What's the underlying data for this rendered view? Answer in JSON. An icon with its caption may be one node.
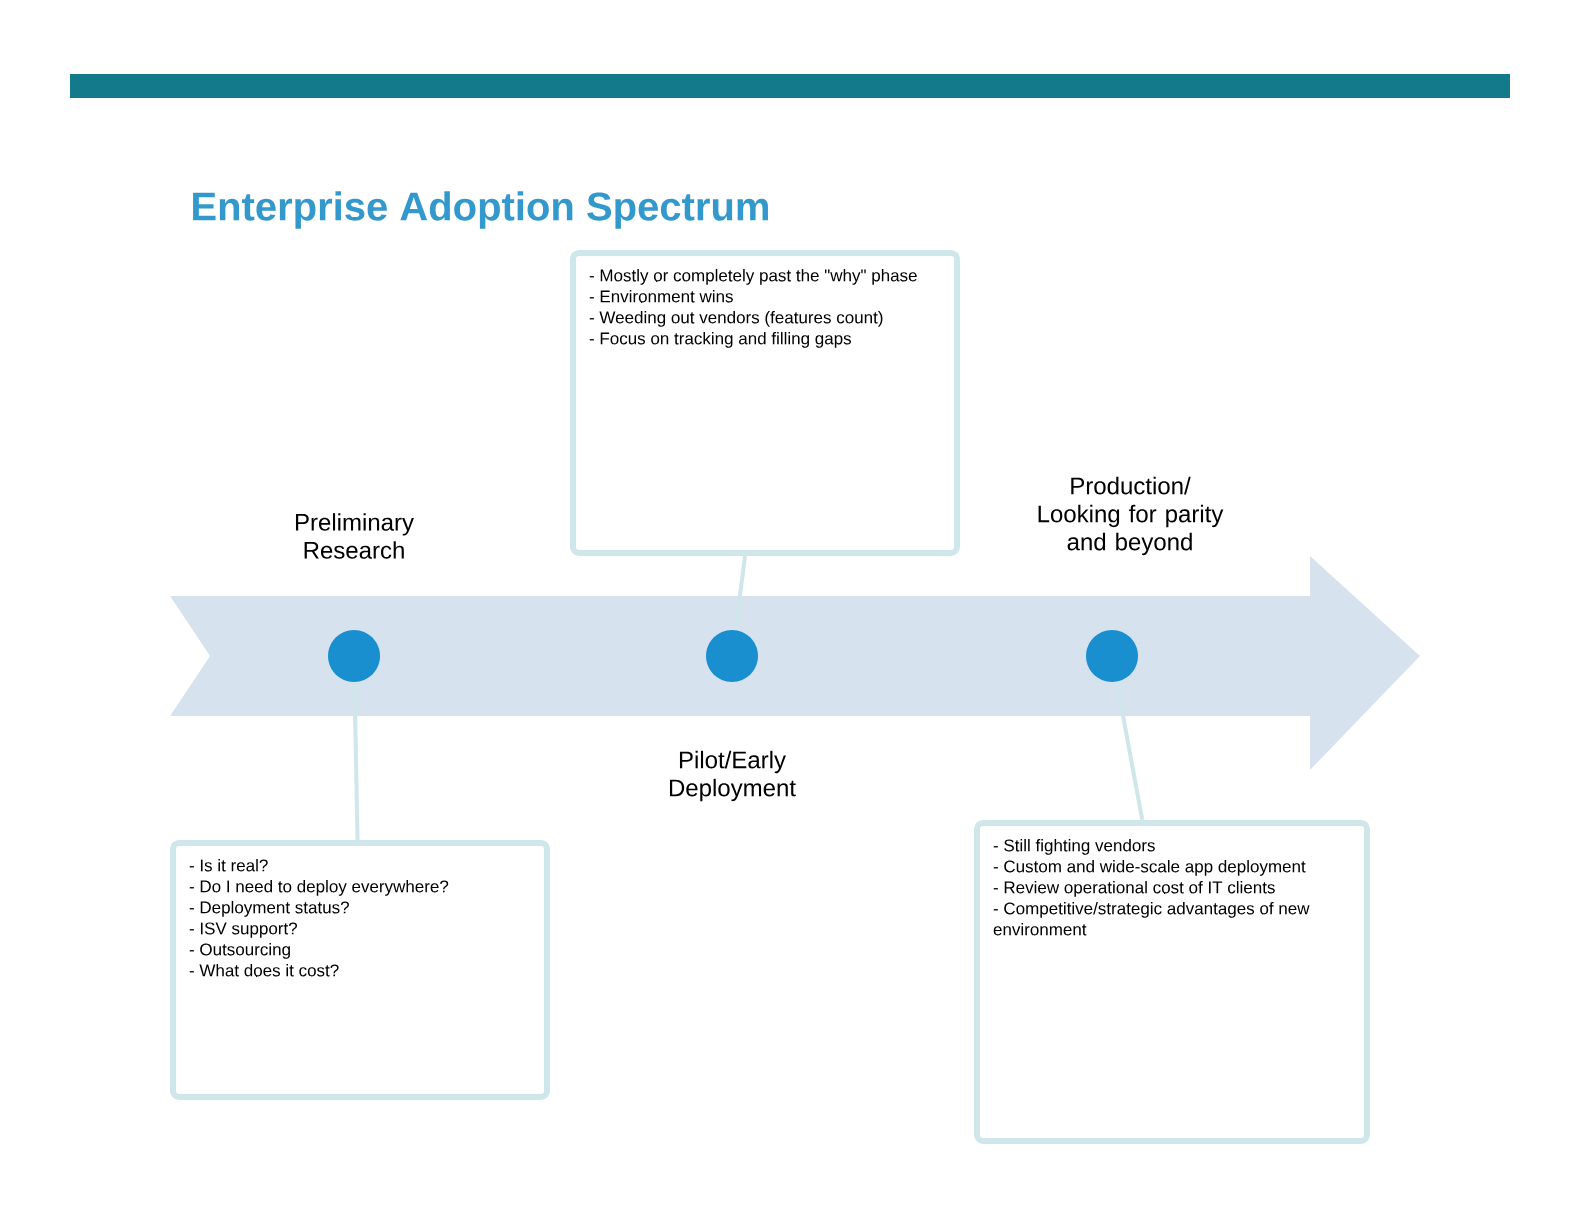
{
  "diagram": {
    "title": "Enterprise Adoption Spectrum",
    "nodes": [
      {
        "text": [
          "- Mostly or completely past the \"why\" phase",
          "- Environment wins",
          "- Weeding out vendors (features count)",
          "- Focus on tracking and filling gaps"
        ]
      },
      {
        "text": [
          "- Is it real?",
          "- Do I need to deploy everywhere?",
          "- Deployment status?",
          "- ISV support?",
          "- Outsourcing",
          "- What does it cost?"
        ]
      },
      {
        "text": [
          "- Still fighting vendors",
          "- Custom and wide-scale app deployment",
          "- Review operational cost of IT clients",
          "- Competitive/strategic advantages of new environment"
        ]
      },
      {
        "text": [],
        "shape": "circle"
      },
      {
        "text": [],
        "shape": "circle"
      },
      {
        "text": [],
        "shape": "circle"
      }
    ],
    "labels": [
      "Preliminary Research",
      "Production/ Looking for parity and beyond",
      "Pilot/Early Deployment"
    ],
    "edges": [
      {
        "from": 0,
        "to": 4,
        "arrow": "none"
      },
      {
        "from": 1,
        "to": 3,
        "arrow": "none"
      },
      {
        "from": 2,
        "to": 5,
        "arrow": "none"
      }
    ]
  }
}
